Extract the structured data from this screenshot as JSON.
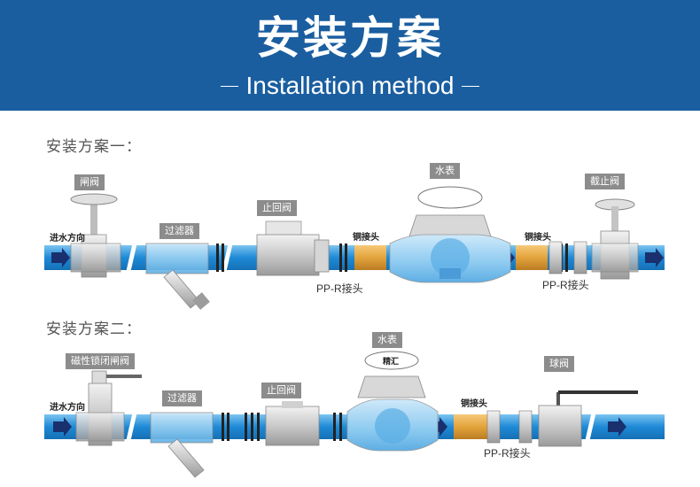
{
  "header": {
    "title": "安装方案",
    "subtitle": "Installation method",
    "background_color": "#1a5ea0"
  },
  "plans": [
    {
      "label": "安装方案一：",
      "inlet_label": "进水方向",
      "components": {
        "gate_valve": "闸阀",
        "filter": "过滤器",
        "check_valve": "止回阀",
        "water_meter": "水表",
        "copper_joint_left": "铜接头",
        "copper_joint_right": "铜接头",
        "ppr_joint_left": "PP-R接头",
        "ppr_joint_right": "PP-R接头",
        "stop_valve": "截止阀"
      }
    },
    {
      "label": "安装方案二：",
      "inlet_label": "进水方向",
      "components": {
        "magnetic_lock_gate_valve": "磁性锁闭闸阀",
        "filter": "过滤器",
        "check_valve": "止回阀",
        "water_meter": "水表",
        "copper_joint": "铜接头",
        "ppr_joint": "PP-R接头",
        "ball_valve": "球阀"
      },
      "meter_dial_text": "精汇"
    }
  ],
  "colors": {
    "pipe_blue": "#1e8ad6",
    "pipe_light": "#5bb3ea",
    "tag_gray": "#8c8c8c",
    "copper": "#e3a33c"
  }
}
